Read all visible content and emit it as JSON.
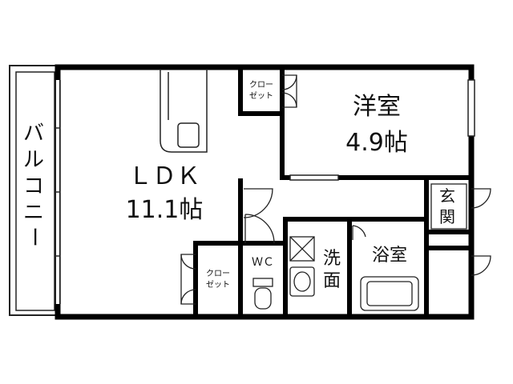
{
  "rooms": {
    "ldk": {
      "name": "ＬＤＫ",
      "size": "11.1帖"
    },
    "western": {
      "name": "洋室",
      "size": "4.9帖"
    },
    "balcony": {
      "chars": [
        "バ",
        "ル",
        "コ",
        "ニ",
        "ー"
      ]
    },
    "closet_top": {
      "line1": "クロー",
      "line2": "ゼット"
    },
    "closet_bottom": {
      "line1": "クロー",
      "line2": "ゼット"
    },
    "wc": {
      "name": "ＷＣ"
    },
    "washroom": {
      "line1": "洗",
      "line2": "面"
    },
    "bathroom": {
      "name": "浴室"
    },
    "entrance": {
      "line1": "玄",
      "line2": "関"
    }
  },
  "colors": {
    "wall": "#000000",
    "line": "#222222",
    "background": "#ffffff"
  }
}
